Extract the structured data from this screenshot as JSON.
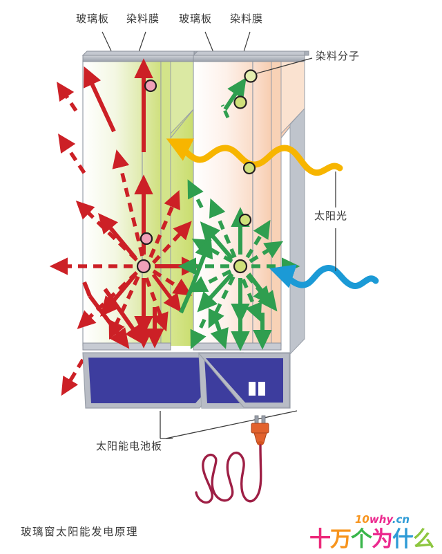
{
  "figure": {
    "caption": "玻璃窗太阳能发电原理",
    "labels": {
      "glass_plate_1": "玻璃板",
      "dye_film_1": "染料膜",
      "glass_plate_2": "玻璃板",
      "dye_film_2": "染料膜",
      "dye_molecule": "染料分子",
      "sunlight": "太阳光",
      "solar_panel": "太阳能电池板"
    }
  },
  "watermark": {
    "domain": "10why.cn",
    "domain_parts": [
      {
        "text": "10",
        "color": "#f7941d"
      },
      {
        "text": "why",
        "color": "#ec2a8f"
      },
      {
        "text": ".cn",
        "color": "#2e9bd6"
      }
    ],
    "brand": "十万个为什么",
    "brand_chars": [
      {
        "text": "十",
        "color": "#ec2a7a"
      },
      {
        "text": "万",
        "color": "#f7941d"
      },
      {
        "text": "个",
        "color": "#39b54a"
      },
      {
        "text": "为",
        "color": "#ec2a8f"
      },
      {
        "text": "什",
        "color": "#2e9bd6"
      },
      {
        "text": "么",
        "color": "#8dc63f"
      }
    ]
  },
  "colors": {
    "red_arrow": "#cc2026",
    "green_arrow": "#2f9e4f",
    "yellow_wave": "#f7b500",
    "blue_wave": "#1b9ad6",
    "solar_panel": "#3d3d9e",
    "panel_frame": "#b0b3bc",
    "dye_film_left": "#c6d95e",
    "dye_film_right": "#f6c9ac",
    "molecule_pink": "#f0a0b8",
    "molecule_green": "#c9e07a",
    "plug_body": "#e2622e",
    "cord": "#9e1f45",
    "text": "#3a3a3a"
  },
  "elements": {
    "left_panel_note": "glass window with yellow-green dye film, red re-emission burst",
    "right_panel_note": "glass window with peach dye film, green re-emission burst"
  }
}
